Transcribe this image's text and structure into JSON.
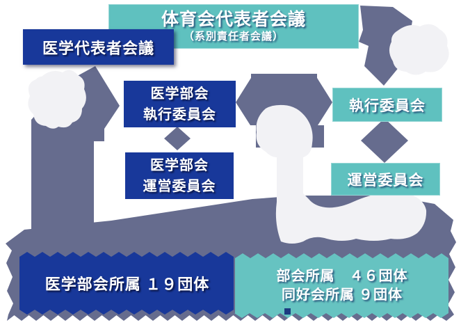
{
  "colors": {
    "navy": "#18389a",
    "teal": "#5fc1bf",
    "slate": "#666c8e",
    "blob_white": "#f2f2f5",
    "background": "#ffffff",
    "text": "#ffffff"
  },
  "nodes": {
    "top_council": {
      "title": "体育会代表者会議",
      "subtitle": "（系別責任者会議）"
    },
    "medical_council": {
      "label": "医学代表者会議"
    },
    "medical_exec": {
      "line1": "医学部会",
      "line2": "執行委員会"
    },
    "medical_steering": {
      "line1": "医学部会",
      "line2": "運営委員会"
    },
    "exec_committee": {
      "label": "執行委員会"
    },
    "steering_committee": {
      "label": "運営委員会"
    },
    "medical_groups": {
      "label": "医学部会所属 １９団体"
    },
    "groups": {
      "line1": "部会所属　４６団体",
      "line2": "同好会所属 ９団体"
    }
  }
}
